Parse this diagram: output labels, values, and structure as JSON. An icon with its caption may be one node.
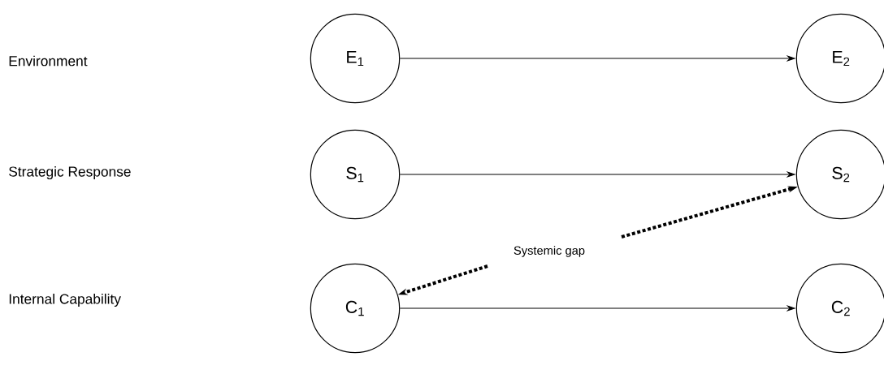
{
  "diagram": {
    "nodes": [
      {
        "text": [
          "E$_{1}$"
        ]
      },
      {
        "text": [
          "E$_{2}$"
        ]
      },
      {
        "text": [
          "S$_{1}$"
        ]
      },
      {
        "text": [
          "S$_{2}$"
        ]
      },
      {
        "text": [
          "C$_{1}$"
        ]
      },
      {
        "text": [
          "C$_{2}$"
        ]
      }
    ],
    "edges": [
      {
        "from": 0,
        "to": 1,
        "arrow": "to"
      },
      {
        "from": 2,
        "to": 3,
        "arrow": "to"
      },
      {
        "from": 4,
        "to": 5,
        "arrow": "to"
      },
      {
        "from": null,
        "to": 3,
        "arrow": "to",
        "style": "dashed"
      },
      {
        "from": null,
        "to": 4,
        "arrow": "to",
        "style": "dashed"
      }
    ],
    "labels": [
      "Environment",
      "Strategic Response",
      "Systemic gap",
      "Internal Capability"
    ]
  }
}
